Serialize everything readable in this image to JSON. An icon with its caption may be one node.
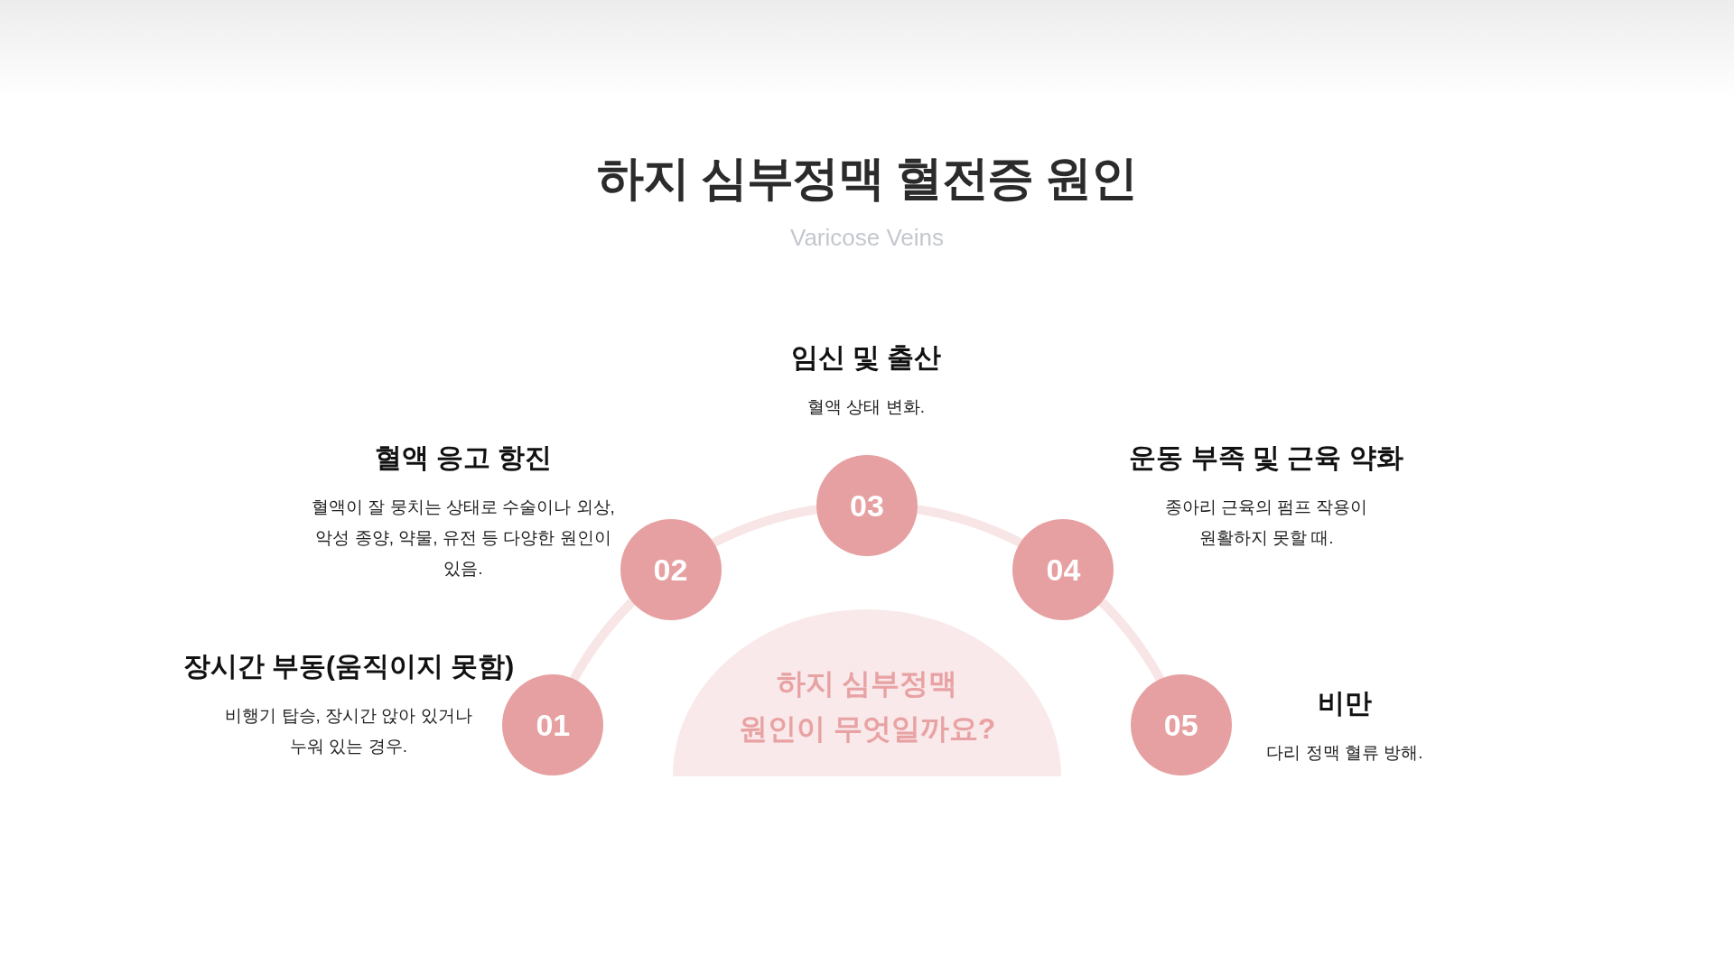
{
  "diagram": {
    "title": "하지 심부정맥 혈전증 원인",
    "nodes": [
      {
        "text": [
          "01"
        ],
        "beside": [
          "장시간 부동(움직이지 못함)",
          "비행기 탑승, 장시간 앉아 있거나 누워 있는 경우."
        ]
      },
      {
        "text": [
          "02"
        ],
        "beside": [
          "혈액 응고 항진",
          "혈액이 잘 뭉치는 상태로 수술이나 외상, 악성 종양, 약물, 유전 등 다양한 원인이 있음."
        ]
      },
      {
        "text": [
          "03"
        ],
        "beside": [
          "임신 및 출산",
          "혈액 상태 변화."
        ]
      },
      {
        "text": [
          "04"
        ],
        "beside": [
          "운동 부족 및 근육 약화",
          "종아리 근육의 펌프 작용이 원활하지 못할 때."
        ]
      },
      {
        "text": [
          "05"
        ],
        "beside": [
          "비만",
          "다리 정맥 혈류 방해."
        ]
      },
      {
        "text": [
          "하지 심부정맥 원인이 무엇일까요?"
        ]
      }
    ],
    "edges": [
      {
        "from": 0,
        "to": 1,
        "arrow": "none"
      },
      {
        "from": 1,
        "to": 2,
        "arrow": "none"
      },
      {
        "from": 2,
        "to": 3,
        "arrow": "none"
      },
      {
        "from": 3,
        "to": 4,
        "arrow": "none"
      }
    ],
    "labels": [
      "Varicose Veins"
    ]
  }
}
